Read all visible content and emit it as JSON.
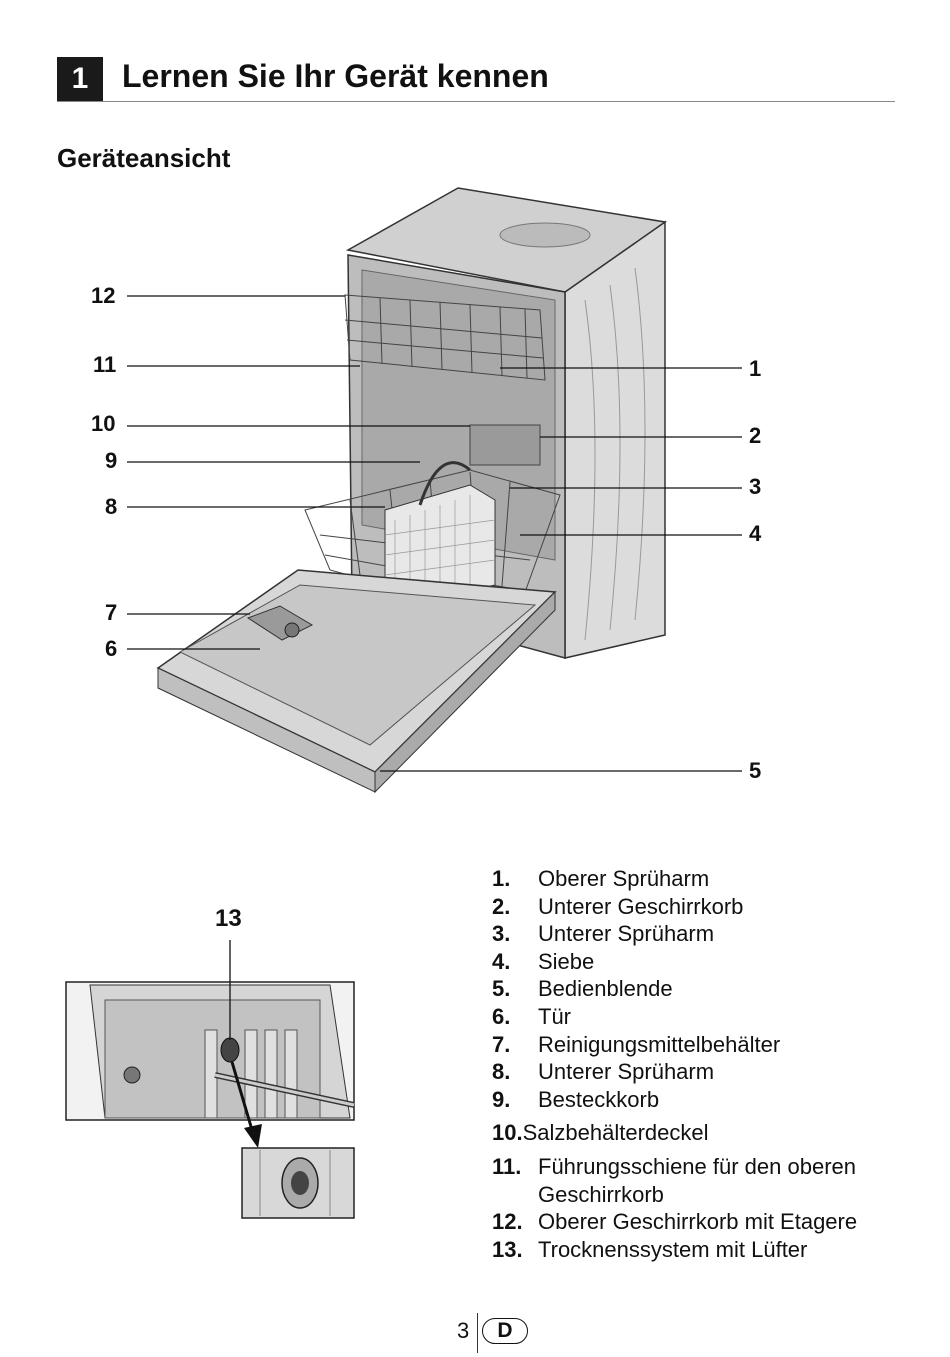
{
  "header": {
    "chapter_number": "1",
    "chapter_title": "Lernen Sie Ihr Gerät kennen"
  },
  "section_title": "Geräteansicht",
  "callouts_left": [
    "12",
    "11",
    "10",
    "9",
    "8",
    "7",
    "6"
  ],
  "callouts_right": [
    "1",
    "2",
    "3",
    "4",
    "5"
  ],
  "callout_detail": "13",
  "legend": [
    {
      "num": "1.",
      "text": "Oberer Sprüharm"
    },
    {
      "num": "2.",
      "text": "Unterer Geschirrkorb"
    },
    {
      "num": "3.",
      "text": "Unterer Sprüharm"
    },
    {
      "num": "4.",
      "text": "Siebe"
    },
    {
      "num": "5.",
      "text": "Bedienblende"
    },
    {
      "num": "6.",
      "text": "Tür"
    },
    {
      "num": "7.",
      "text": "Reinigungsmittelbehälter"
    },
    {
      "num": "8.",
      "text": "Unterer Sprüharm"
    },
    {
      "num": "9.",
      "text": "Besteckkorb"
    },
    {
      "num": "10.",
      "text": "Salzbehälterdeckel"
    },
    {
      "num": "11.",
      "text": "Führungsschiene für den oberen Geschirrkorb"
    },
    {
      "num": "12.",
      "text": "Oberer Geschirrkorb mit Etagere"
    },
    {
      "num": "13.",
      "text": "Trocknenssystem mit Lüfter"
    }
  ],
  "footer": {
    "page_number": "3",
    "language": "D"
  }
}
